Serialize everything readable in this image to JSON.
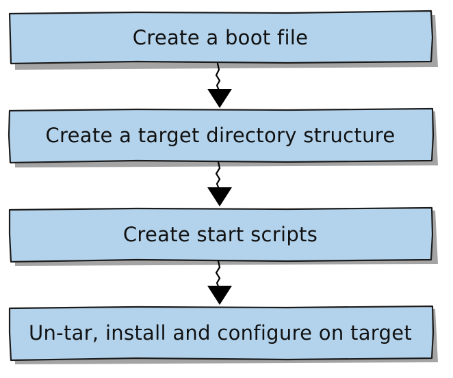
{
  "flowchart": {
    "steps": [
      {
        "label": "Create a boot file"
      },
      {
        "label": "Create a target directory structure"
      },
      {
        "label": "Create start scripts"
      },
      {
        "label": "Un-tar, install and configure on target"
      }
    ]
  },
  "colors": {
    "box_fill": "#b3d3ec",
    "box_stroke": "#1b1b1b",
    "shadow": "#5a5a5a",
    "arrow": "#000000",
    "text": "#111111"
  }
}
